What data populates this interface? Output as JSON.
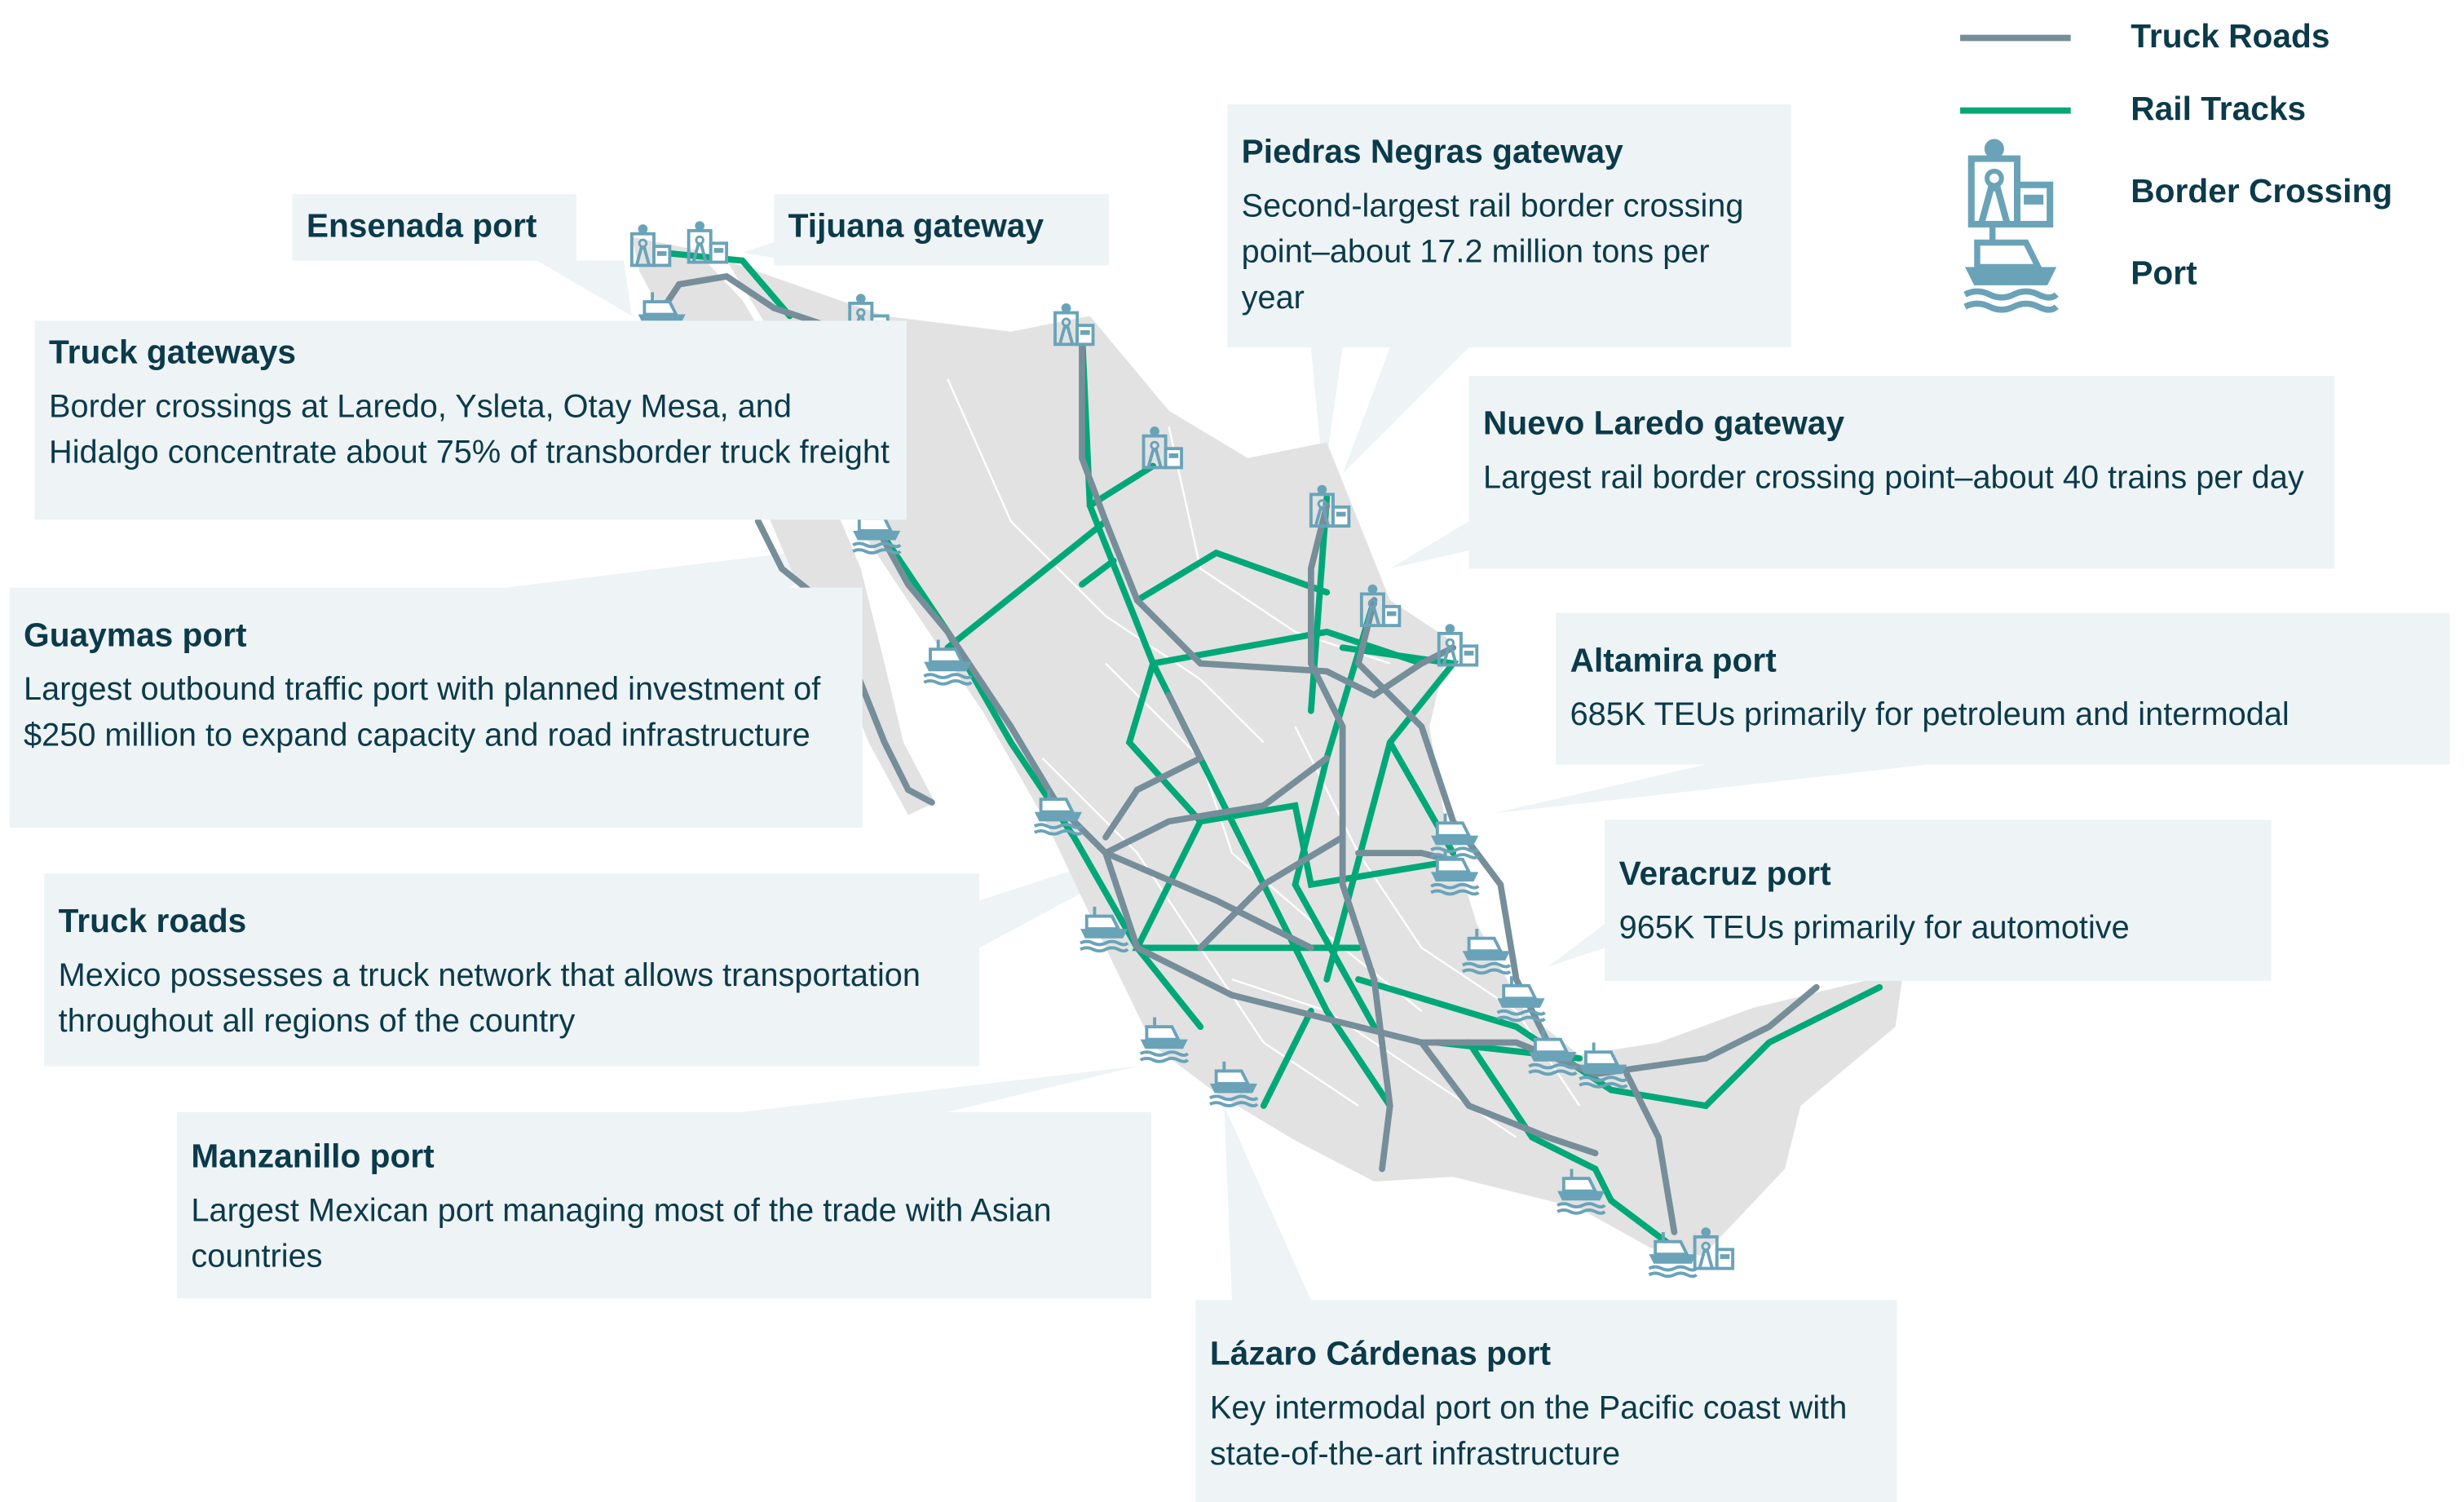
{
  "legend": {
    "items": [
      {
        "label": "Truck Roads",
        "icon": "truck-road-line"
      },
      {
        "label": "Rail Tracks",
        "icon": "rail-track-line"
      },
      {
        "label": "Border Crossing",
        "icon": "border-crossing-icon"
      },
      {
        "label": "Port",
        "icon": "port-ship-icon"
      }
    ]
  },
  "colors": {
    "truck": "#768e99",
    "rail": "#00a878",
    "land": "#e2e2e2",
    "icon": "#6aa3b8",
    "box": "#eef3f5",
    "text": "#0b3a4a"
  },
  "callouts": {
    "ensenada": {
      "title": "Ensenada port"
    },
    "tijuana": {
      "title": "Tijuana gateway"
    },
    "piedras": {
      "title": "Piedras Negras gateway",
      "desc": "Second-largest rail border crossing point–about 17.2 million tons per year"
    },
    "truck_gateways": {
      "title": "Truck gateways",
      "desc": "Border crossings at Laredo, Ysleta, Otay Mesa, and Hidalgo concentrate about 75% of transborder truck freight"
    },
    "nuevo_laredo": {
      "title": "Nuevo Laredo gateway",
      "desc": "Largest rail border crossing point–about 40 trains per day"
    },
    "guaymas": {
      "title": "Guaymas port",
      "desc": "Largest outbound traffic port with planned investment of $250 million to expand capacity and road infrastructure"
    },
    "altamira": {
      "title": "Altamira port",
      "desc": "685K TEUs primarily for petroleum and intermodal"
    },
    "veracruz": {
      "title": "Veracruz port",
      "desc": "965K TEUs primarily for automotive"
    },
    "truck_roads": {
      "title": "Truck roads",
      "desc": "Mexico possesses a truck network that allows transportation throughout all regions of the country"
    },
    "manzanillo": {
      "title": "Manzanillo port",
      "desc": "Largest Mexican port managing most of the trade with Asian countries"
    },
    "lazaro": {
      "title": "Lázaro Cárdenas port",
      "desc": "Key intermodal port on the Pacific coast with state-of-the-art infrastructure"
    }
  }
}
